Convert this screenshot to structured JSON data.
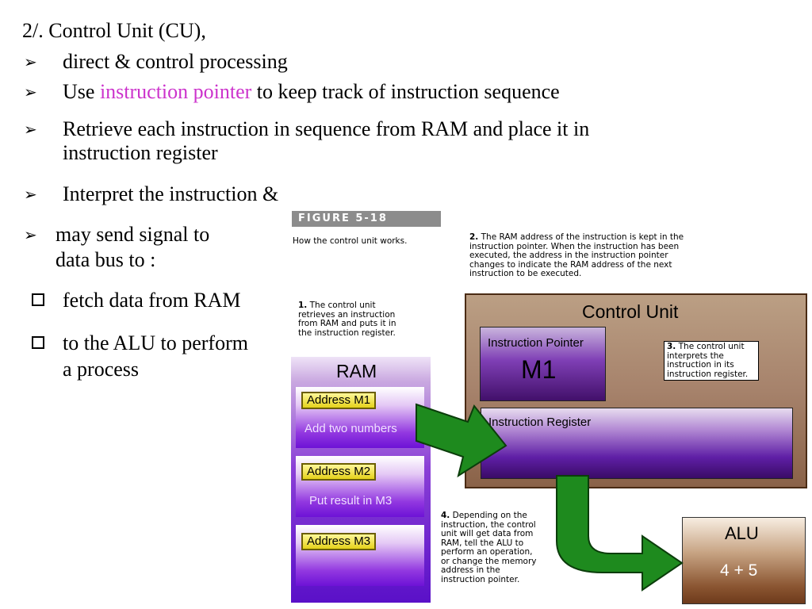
{
  "slide": {
    "heading": "2/. Control Unit (CU),",
    "bullet_glyph": "➢",
    "bullets": [
      {
        "text": "direct & control processing"
      },
      {
        "pre": "Use ",
        "highlight": "instruction pointer",
        "post": " to keep track of instruction sequence"
      },
      {
        "line1": "Retrieve each instruction in sequence from RAM and place it in",
        "line2": "instruction register"
      },
      {
        "text": "Interpret the instruction &"
      },
      {
        "line1": "may send signal to",
        "line2": "data bus to :"
      }
    ],
    "sub_bullets": [
      {
        "text": "fetch data from RAM"
      },
      {
        "line1": "to the ALU to perform",
        "line2": "a process"
      }
    ],
    "colors": {
      "highlight": "#cc33cc",
      "arrow": "#1e8a1e"
    }
  },
  "figure": {
    "label": "FIGURE 5-18",
    "caption": "How the control unit works.",
    "note1": {
      "num": "1.",
      "text": " The control unit retrieves an instruction from RAM and puts it in the instruction register."
    },
    "note2": {
      "num": "2.",
      "text": " The RAM address of the instruction is kept in the instruction pointer. When the instruction has been executed, the address in the instruction pointer changes to indicate the RAM address of the next instruction to be executed."
    },
    "note3": {
      "num": "3.",
      "text": " The control unit interprets the instruction in its instruction register."
    },
    "note4": {
      "num": "4.",
      "text": " Depending on the instruction, the control unit will get data from RAM, tell the ALU to perform an operation, or change the memory address in the instruction pointer."
    },
    "ram": {
      "title": "RAM",
      "cells": [
        {
          "address": "Address M1",
          "content": "Add two numbers"
        },
        {
          "address": "Address M2",
          "content": "Put result in M3"
        },
        {
          "address": "Address M3",
          "content": ""
        }
      ]
    },
    "control_unit": {
      "title": "Control Unit",
      "ip_label": "Instruction Pointer",
      "ip_value": "M1",
      "ir_label": "Instruction Register"
    },
    "alu": {
      "title": "ALU",
      "expression": "4 + 5"
    }
  }
}
